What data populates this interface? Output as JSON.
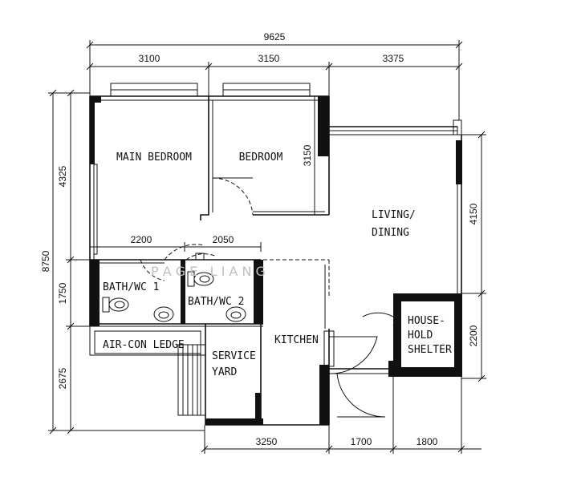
{
  "rooms": {
    "main_bedroom": "MAIN BEDROOM",
    "bedroom": "BEDROOM",
    "living_line1": "LIVING/",
    "living_line2": "DINING",
    "bath1": "BATH/WC 1",
    "bath2": "BATH/WC 2",
    "aircon": "AIR-CON LEDGE",
    "service_line1": "SERVICE",
    "service_line2": "YARD",
    "kitchen": "KITCHEN",
    "shelter_line1": "HOUSE-",
    "shelter_line2": "HOLD",
    "shelter_line3": "SHELTER"
  },
  "dimensions": {
    "overall_width": "9625",
    "top_segments": [
      "3100",
      "3150",
      "3375"
    ],
    "overall_height": "8750",
    "left_segments": [
      "4325",
      "1750",
      "2675"
    ],
    "bottom_segments": [
      "3250",
      "1700",
      "1800"
    ],
    "right_segments": [
      "4150",
      "2200"
    ],
    "bedroom_depth": "3150",
    "inner_main": "2200",
    "inner_bedroom": "2050"
  },
  "watermark": "P A G E   L I A N G"
}
